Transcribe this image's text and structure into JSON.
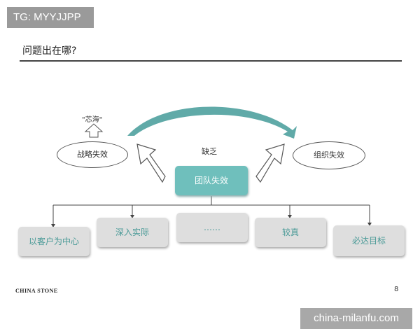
{
  "watermark_top": "TG: MYYJJPP",
  "title": "问题出在哪?",
  "diagram": {
    "core_label": "\"芯海\"",
    "left_ellipse": "战略失效",
    "right_ellipse": "组织失效",
    "lack_label": "缺乏",
    "center_box": "团队失效",
    "bottom_boxes": [
      "以客户为中心",
      "深入实际",
      "……",
      "较真",
      "必达目标"
    ]
  },
  "logo_text": "CHINA STONE",
  "page_number": "8",
  "watermark_bottom": "china-milanfu.com",
  "colors": {
    "teal": "#6fbfbc",
    "gray_box": "#dedede",
    "arrow_fill": "#4fa19e"
  }
}
